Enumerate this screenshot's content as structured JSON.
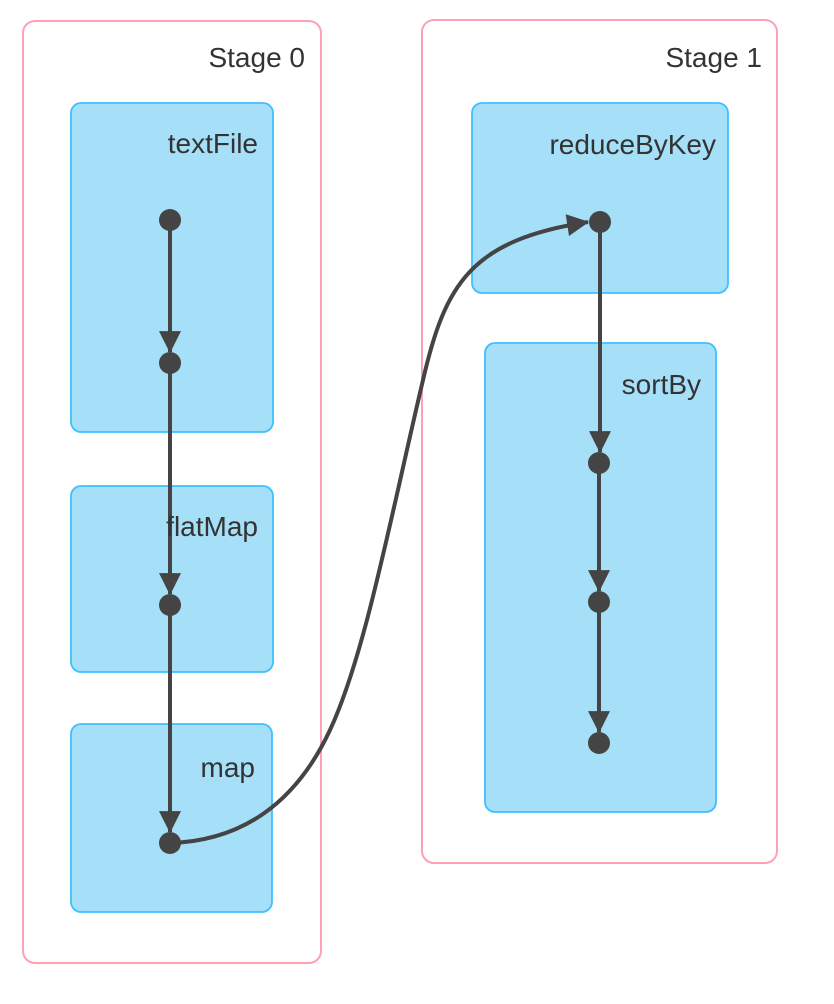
{
  "diagram": {
    "type": "dag",
    "stages": [
      {
        "label": "Stage 0",
        "operations": [
          {
            "label": "textFile",
            "rdd_nodes": 2
          },
          {
            "label": "flatMap",
            "rdd_nodes": 1
          },
          {
            "label": "map",
            "rdd_nodes": 1
          }
        ]
      },
      {
        "label": "Stage 1",
        "operations": [
          {
            "label": "reduceByKey",
            "rdd_nodes": 1
          },
          {
            "label": "sortBy",
            "rdd_nodes": 3
          }
        ]
      }
    ],
    "edges": [
      {
        "from": "textFile.node0",
        "to": "textFile.node1",
        "cross_stage": false
      },
      {
        "from": "textFile.node1",
        "to": "flatMap.node0",
        "cross_stage": false
      },
      {
        "from": "flatMap.node0",
        "to": "map.node0",
        "cross_stage": false
      },
      {
        "from": "map.node0",
        "to": "reduceByKey.node0",
        "cross_stage": true
      },
      {
        "from": "reduceByKey.node0",
        "to": "sortBy.node0",
        "cross_stage": false
      },
      {
        "from": "sortBy.node0",
        "to": "sortBy.node1",
        "cross_stage": false
      },
      {
        "from": "sortBy.node1",
        "to": "sortBy.node2",
        "cross_stage": false
      }
    ]
  },
  "colors": {
    "background": "#FFFFFF",
    "stage_fill": "#FFFFFF",
    "stage_border": "#FFA1B5",
    "operation_fill": "#A5DFF8",
    "operation_border": "#3EC0FF",
    "edge": "#444444",
    "node_dot": "#444444",
    "label_text": "#333333"
  }
}
